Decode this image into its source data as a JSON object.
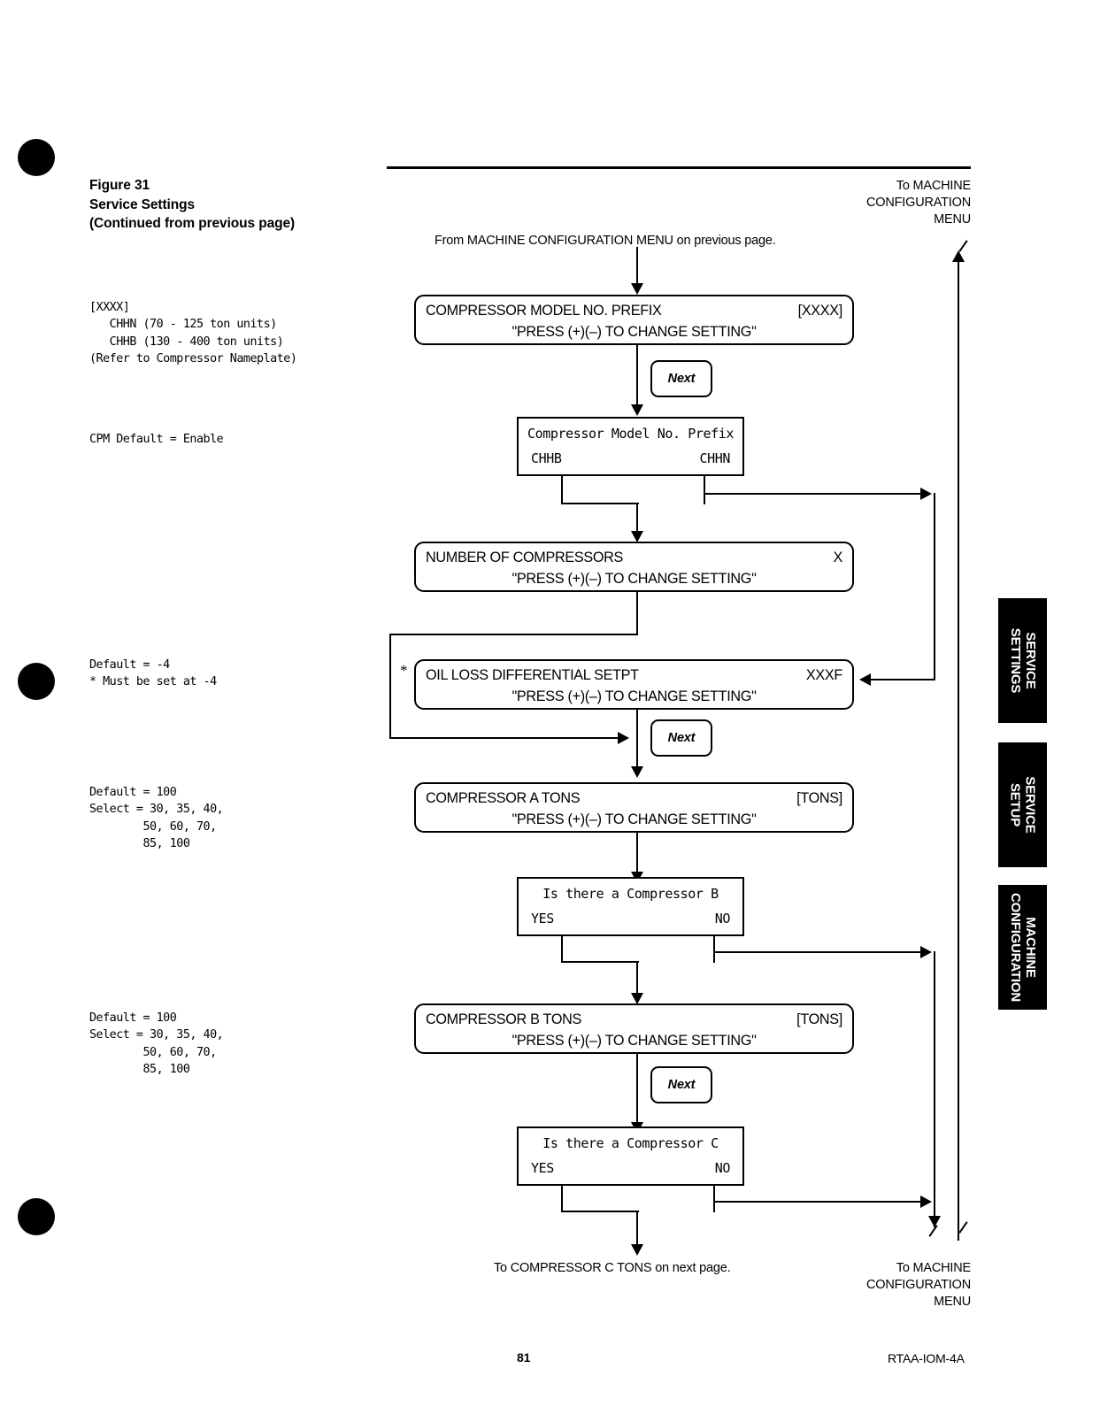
{
  "figure": {
    "number": "Figure 31",
    "title": "Service Settings",
    "subtitle": "(Continued from previous page)"
  },
  "header": {
    "to_menu": "To MACHINE\nCONFIGURATION\nMENU",
    "to_menu_line1": "To MACHINE",
    "to_menu_line2": "CONFIGURATION",
    "to_menu_line3": "MENU",
    "from_note": "From MACHINE CONFIGURATION MENU on previous page."
  },
  "annotations": [
    {
      "id": "prefix",
      "text": "[XXXX]\n   CHHN (70 - 125 ton units)\n   CHHB (130 - 400 ton units)\n(Refer to Compressor Nameplate)"
    },
    {
      "id": "cpm",
      "text": "CPM Default = Enable"
    },
    {
      "id": "oil",
      "text": "Default = -4\n* Must be set at -4"
    },
    {
      "id": "tons_a",
      "text": "Default = 100\nSelect = 30, 35, 40,\n        50, 60, 70,\n        85, 100"
    },
    {
      "id": "tons_b",
      "text": "Default = 100\nSelect = 30, 35, 40,\n        50, 60, 70,\n        85, 100"
    }
  ],
  "boxes": {
    "prefix": {
      "label": "COMPRESSOR MODEL NO. PREFIX",
      "value": "[XXXX]",
      "hint": "\"PRESS (+)(–) TO CHANGE SETTING\""
    },
    "num_comp": {
      "label": "NUMBER OF COMPRESSORS",
      "value": "X",
      "hint": "\"PRESS (+)(–) TO CHANGE SETTING\""
    },
    "oil_loss": {
      "label": "OIL LOSS DIFFERENTIAL SETPT",
      "value": "XXXF",
      "hint": "\"PRESS (+)(–) TO CHANGE SETTING\"",
      "marker": "*"
    },
    "comp_a_tons": {
      "label": "COMPRESSOR A TONS",
      "value": "[TONS]",
      "hint": "\"PRESS (+)(–) TO CHANGE SETTING\""
    },
    "comp_b_tons": {
      "label": "COMPRESSOR B TONS",
      "value": "[TONS]",
      "hint": "\"PRESS (+)(–) TO CHANGE SETTING\""
    }
  },
  "decisions": {
    "model_prefix": {
      "prompt": "Compressor Model No. Prefix",
      "left": "CHHB",
      "right": "CHHN"
    },
    "comp_b": {
      "prompt": "Is there a Compressor B",
      "left": "YES",
      "right": "NO"
    },
    "comp_c": {
      "prompt": "Is there a Compressor C",
      "left": "YES",
      "right": "NO"
    }
  },
  "buttons": {
    "next": "Next"
  },
  "side_tabs": [
    {
      "id": "service-settings",
      "line1": "SERVICE",
      "line2": "SETTINGS"
    },
    {
      "id": "service-setup",
      "line1": "SERVICE",
      "line2": "SETUP"
    },
    {
      "id": "machine-configuration",
      "line1": "MACHINE",
      "line2": "CONFIGURATION"
    }
  ],
  "bottom": {
    "to_comp_c": "To COMPRESSOR C TONS on next page.",
    "to_menu_line1": "To MACHINE",
    "to_menu_line2": "CONFIGURATION",
    "to_menu_line3": "MENU"
  },
  "footer": {
    "page": "81",
    "doc_code": "RTAA-IOM-4A"
  }
}
